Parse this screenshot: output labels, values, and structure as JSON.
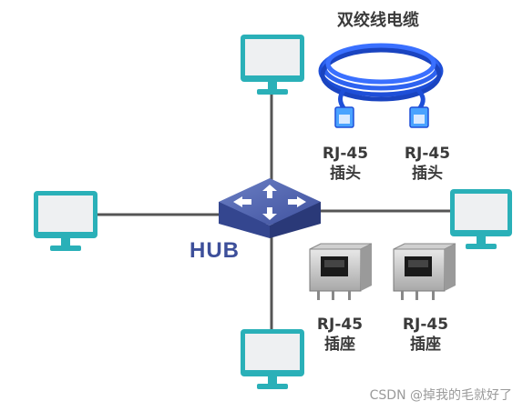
{
  "title": "双绞线电缆",
  "hub_label": "HUB",
  "plug_labels": [
    {
      "line1": "RJ-45",
      "line2": "插头"
    },
    {
      "line1": "RJ-45",
      "line2": "插头"
    }
  ],
  "jack_labels": [
    {
      "line1": "RJ-45",
      "line2": "插座"
    },
    {
      "line1": "RJ-45",
      "line2": "插座"
    }
  ],
  "watermark": "CSDN @掉我的毛就好了",
  "colors": {
    "monitor": "#2ab0b8",
    "cable": "#1e4fd8",
    "hub": "#3d4f9a",
    "line": "#555555"
  },
  "icons": [
    "computer-monitor-icon",
    "hub-icon",
    "ethernet-cable-icon",
    "rj45-jack-icon"
  ]
}
